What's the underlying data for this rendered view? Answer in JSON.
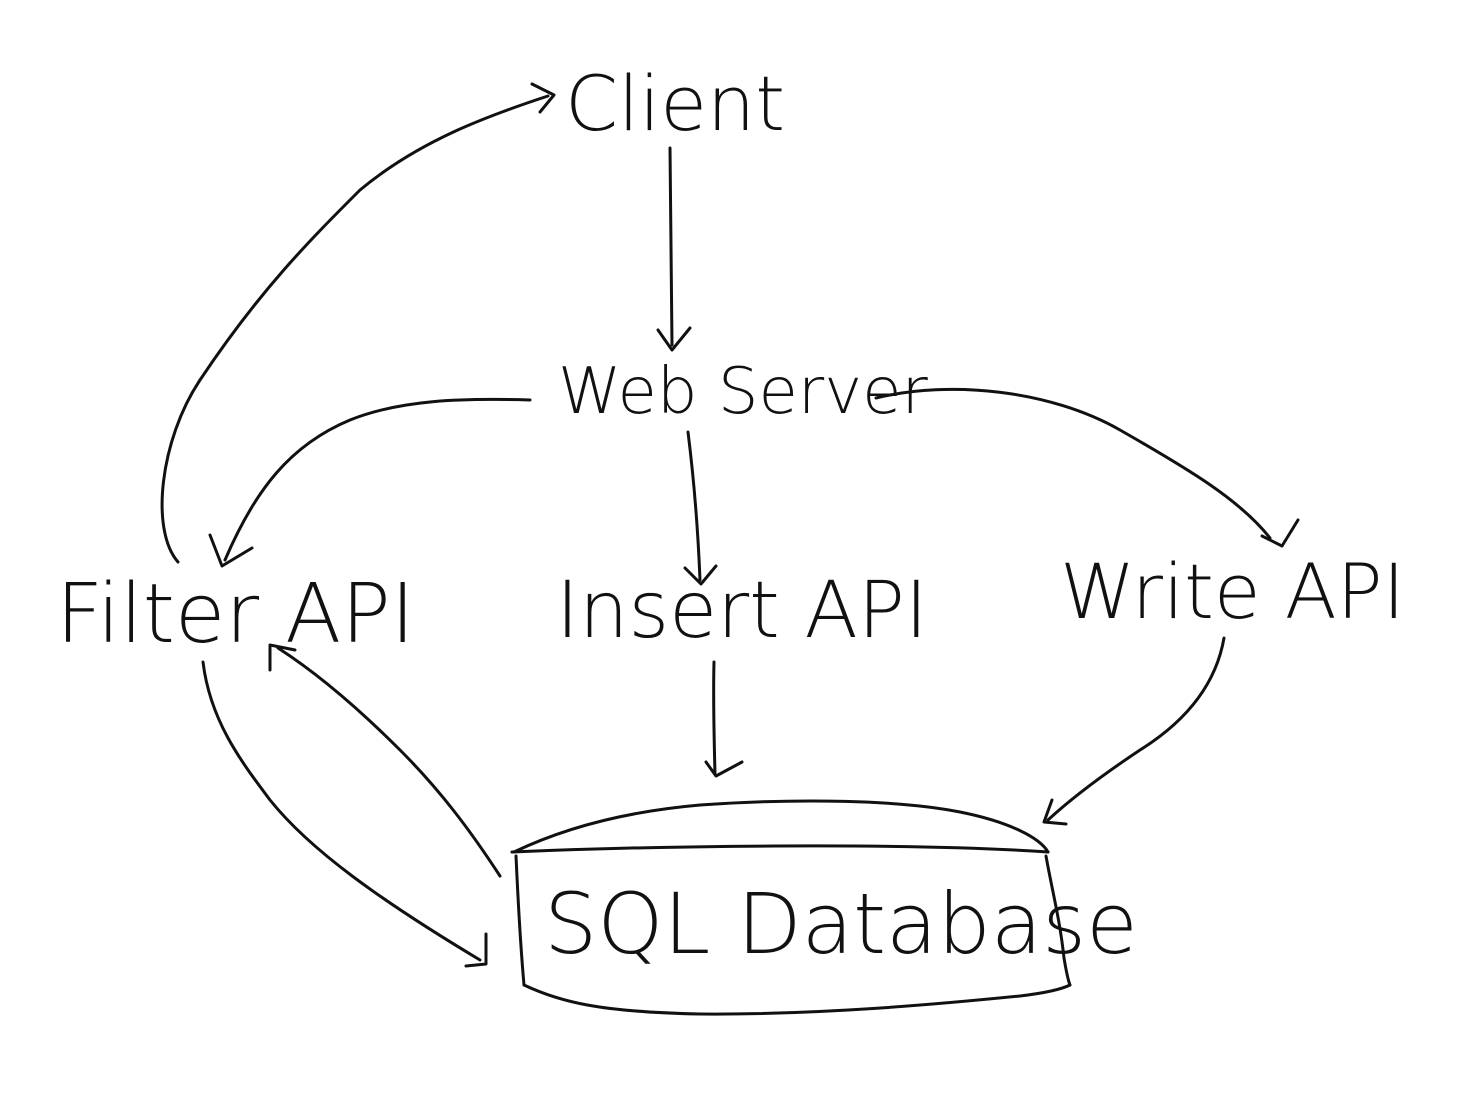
{
  "nodes": {
    "client": "Client",
    "web_server": "Web Server",
    "filter_api": "Filter API",
    "insert_api": "Insert API",
    "write_api": "Write API",
    "database": "SQL Database"
  },
  "edges": [
    {
      "from": "client",
      "to": "web_server"
    },
    {
      "from": "web_server",
      "to": "filter_api"
    },
    {
      "from": "web_server",
      "to": "insert_api"
    },
    {
      "from": "web_server",
      "to": "write_api"
    },
    {
      "from": "filter_api",
      "to": "client"
    },
    {
      "from": "filter_api",
      "to": "database"
    },
    {
      "from": "database",
      "to": "filter_api"
    },
    {
      "from": "insert_api",
      "to": "database"
    },
    {
      "from": "write_api",
      "to": "database"
    }
  ],
  "colors": {
    "ink": "#111111",
    "background": "#ffffff"
  }
}
